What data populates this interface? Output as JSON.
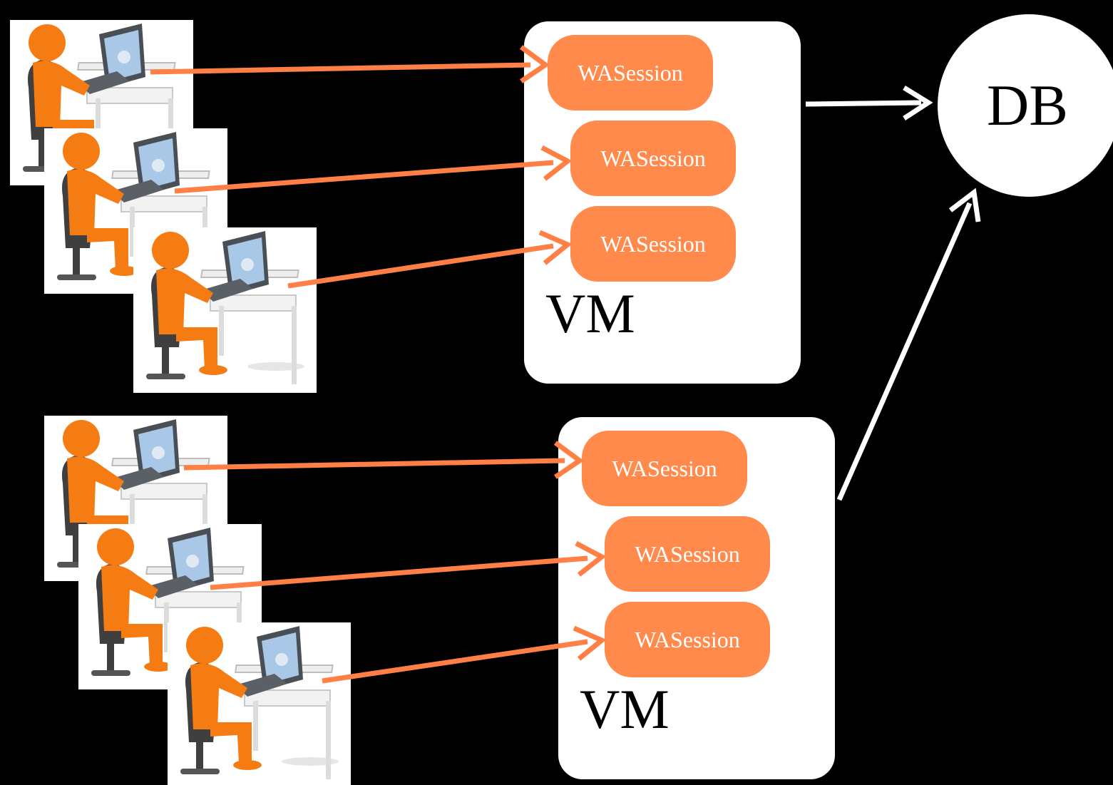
{
  "colors": {
    "background": "#000000",
    "session_fill": "#ff8a4c",
    "user_arrow": "#ff7f45",
    "db_arrow": "#ffffff",
    "person_orange": "#f57c13"
  },
  "icons": {
    "user": "user-at-computer-icon"
  },
  "vms": [
    {
      "label": "VM",
      "sessions": [
        {
          "label": "WASession"
        },
        {
          "label": "WASession"
        },
        {
          "label": "WASession"
        }
      ]
    },
    {
      "label": "VM",
      "sessions": [
        {
          "label": "WASession"
        },
        {
          "label": "WASession"
        },
        {
          "label": "WASession"
        }
      ]
    }
  ],
  "db": {
    "label": "DB"
  }
}
